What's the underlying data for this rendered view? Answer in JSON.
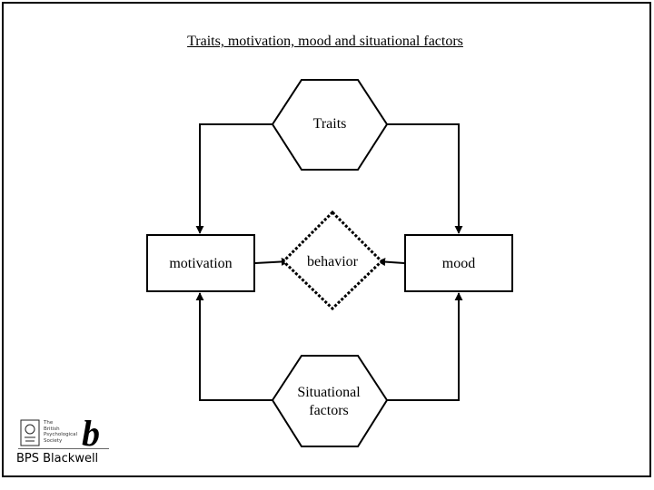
{
  "title": "Traits, motivation, mood and situational factors",
  "nodes": {
    "traits": "Traits",
    "motivation": "motivation",
    "behavior": "behavior",
    "mood": "mood",
    "situational": {
      "line1": "Situational",
      "line2": "factors"
    }
  },
  "edges": [
    {
      "from": "traits",
      "to": "motivation",
      "style": "solid"
    },
    {
      "from": "traits",
      "to": "mood",
      "style": "solid"
    },
    {
      "from": "situational",
      "to": "motivation",
      "style": "solid"
    },
    {
      "from": "situational",
      "to": "mood",
      "style": "solid"
    },
    {
      "from": "motivation",
      "to": "behavior",
      "style": "solid"
    },
    {
      "from": "mood",
      "to": "behavior",
      "style": "solid"
    }
  ],
  "logo": {
    "society_lines": [
      "The",
      "British",
      "Psychological",
      "Society"
    ],
    "mark": "b",
    "publisher": "BPS Blackwell"
  },
  "colors": {
    "stroke": "#000000",
    "background": "#ffffff"
  }
}
